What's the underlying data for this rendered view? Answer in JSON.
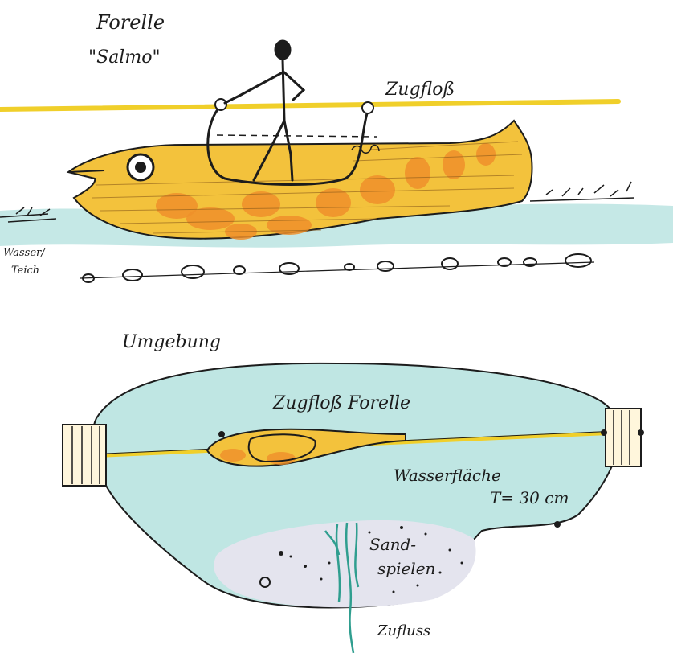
{
  "labels": {
    "title_line1": "Forelle",
    "title_line2": "\"Salmo\"",
    "zugfloss": "Zugfloß",
    "wasser": "Wasser/",
    "teich": "Teich",
    "umgebung": "Umgebung",
    "zugfloss_forelle": "Zugfloß Forelle",
    "wasserflaeche": "Wasserfläche",
    "tiefe": "T= 30 cm",
    "sand": "Sand-",
    "spielen": "spielen",
    "zufluss": "Zufluss"
  },
  "colors": {
    "water": "#bfe6e3",
    "fish_body": "#f3c23c",
    "fish_spots": "#ef8f2a",
    "rope": "#f0cf2a",
    "sand": "#e4e4ee",
    "ink": "#1c1c1c",
    "stream": "#2f9e8f"
  }
}
